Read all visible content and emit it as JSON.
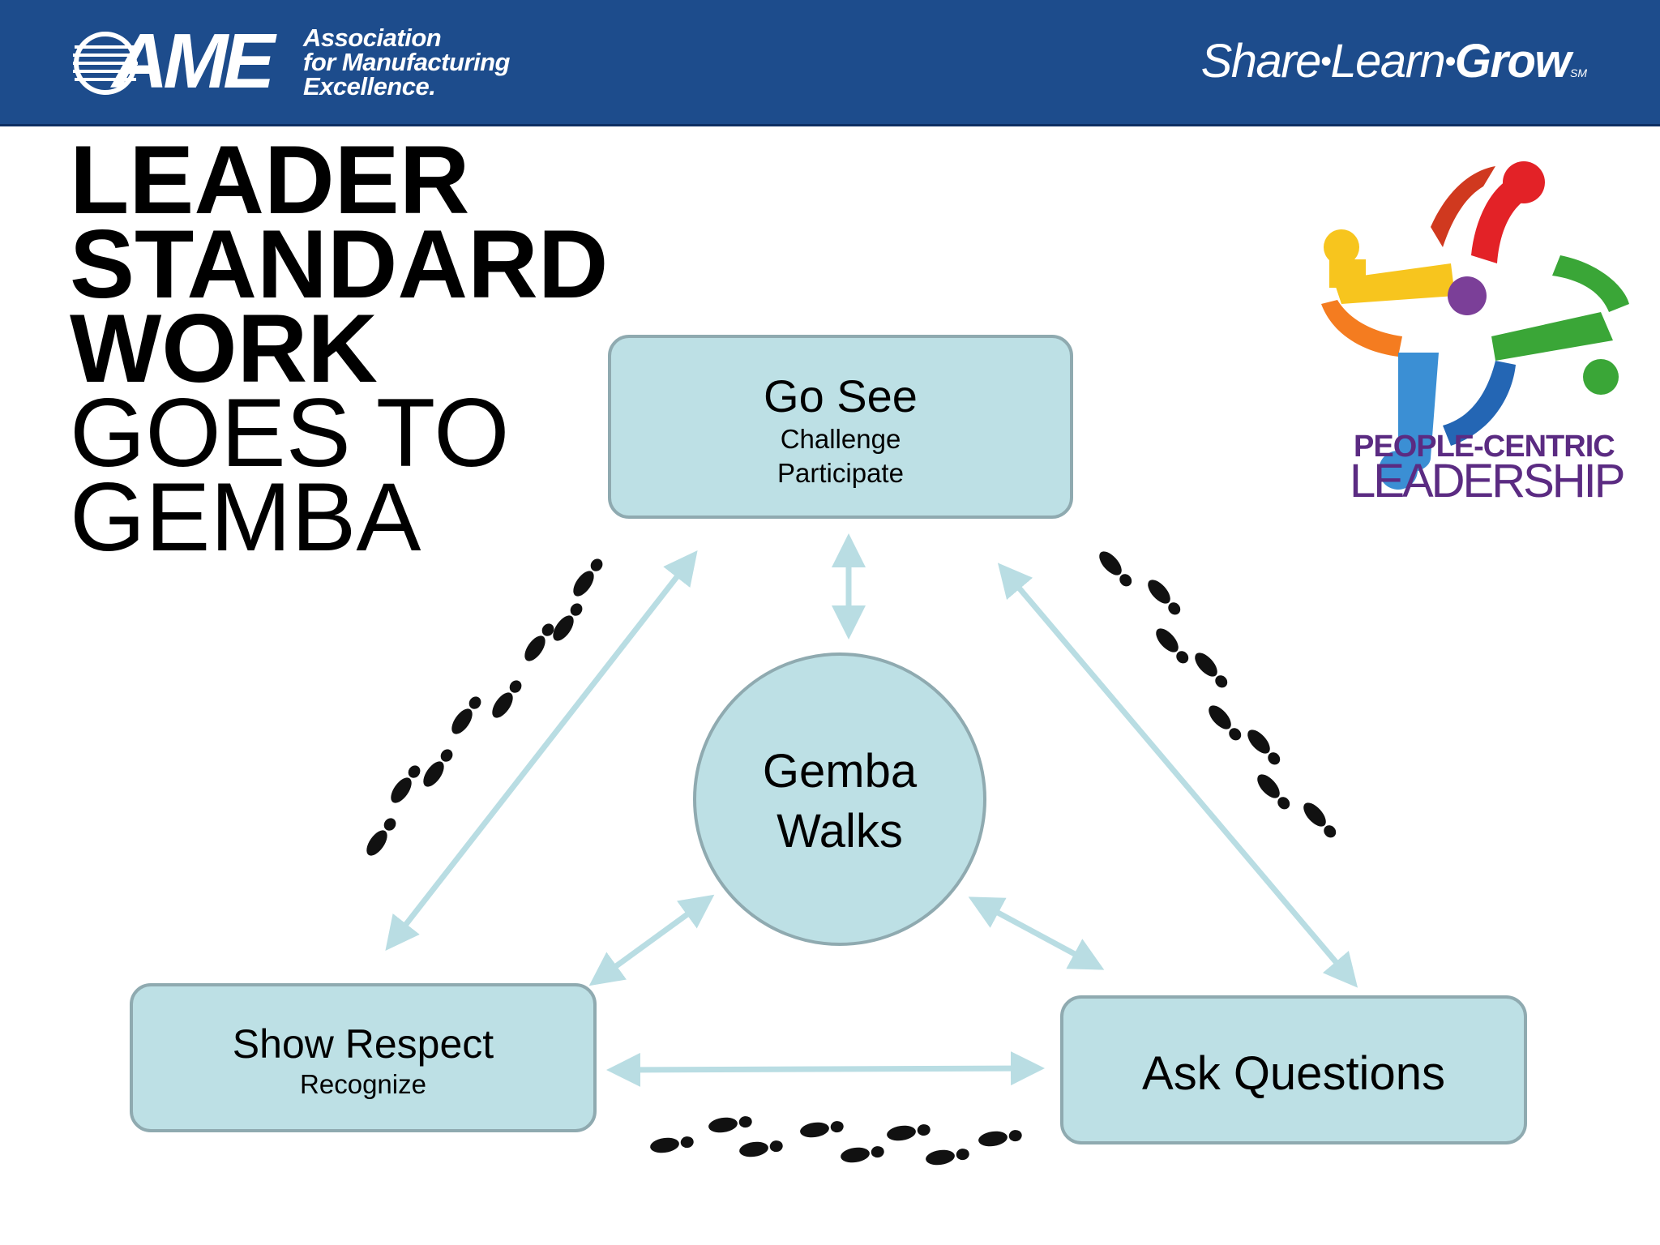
{
  "header": {
    "logo_mark": "AME",
    "logo_text": [
      "Association",
      "for Manufacturing",
      "Excellence."
    ],
    "tagline": {
      "share": "Share",
      "learn": "Learn",
      "grow": "Grow",
      "mark": "SM"
    }
  },
  "title": {
    "line1": "LEADER",
    "line2": "STANDARD",
    "line3": "WORK",
    "line4": "GOES TO",
    "line5": "GEMBA"
  },
  "badge": {
    "line1": "PEOPLE-CENTRIC",
    "line2": "LEADERSHIP"
  },
  "colors": {
    "header_bg": "#1d4c8c",
    "box_fill": "#bde0e5",
    "box_border": "#8faab0",
    "arrow": "#b9dde3",
    "badge_text": "#5b2b82"
  },
  "nodes": {
    "go_see": {
      "main": "Go See",
      "sub1": "Challenge",
      "sub2": "Participate"
    },
    "gemba": {
      "line1": "Gemba",
      "line2": "Walks"
    },
    "show_respect": {
      "main": "Show Respect",
      "sub1": "Recognize"
    },
    "ask_questions": {
      "main": "Ask Questions"
    }
  }
}
